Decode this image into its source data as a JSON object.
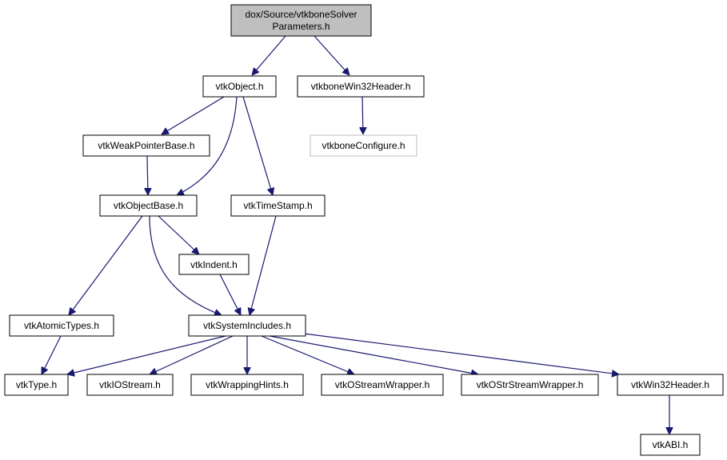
{
  "diagram": {
    "nodes": {
      "root": [
        "dox/Source/vtkboneSolver",
        "Parameters.h"
      ],
      "vtkObject": "vtkObject.h",
      "vtkboneWin32Header": "vtkboneWin32Header.h",
      "vtkWeakPointerBase": "vtkWeakPointerBase.h",
      "vtkboneConfigure": "vtkboneConfigure.h",
      "vtkObjectBase": "vtkObjectBase.h",
      "vtkTimeStamp": "vtkTimeStamp.h",
      "vtkIndent": "vtkIndent.h",
      "vtkAtomicTypes": "vtkAtomicTypes.h",
      "vtkSystemIncludes": "vtkSystemIncludes.h",
      "vtkType": "vtkType.h",
      "vtkIOStream": "vtkIOStream.h",
      "vtkWrappingHints": "vtkWrappingHints.h",
      "vtkOStreamWrapper": "vtkOStreamWrapper.h",
      "vtkOStrStreamWrapper": "vtkOStrStreamWrapper.h",
      "vtkWin32Header": "vtkWin32Header.h",
      "vtkABI": "vtkABI.h"
    },
    "edges": [
      [
        "root",
        "vtkObject"
      ],
      [
        "root",
        "vtkboneWin32Header"
      ],
      [
        "vtkObject",
        "vtkWeakPointerBase"
      ],
      [
        "vtkObject",
        "vtkObjectBase"
      ],
      [
        "vtkObject",
        "vtkTimeStamp"
      ],
      [
        "vtkboneWin32Header",
        "vtkboneConfigure"
      ],
      [
        "vtkWeakPointerBase",
        "vtkObjectBase"
      ],
      [
        "vtkObjectBase",
        "vtkIndent"
      ],
      [
        "vtkObjectBase",
        "vtkAtomicTypes"
      ],
      [
        "vtkObjectBase",
        "vtkSystemIncludes"
      ],
      [
        "vtkTimeStamp",
        "vtkSystemIncludes"
      ],
      [
        "vtkIndent",
        "vtkSystemIncludes"
      ],
      [
        "vtkAtomicTypes",
        "vtkType"
      ],
      [
        "vtkSystemIncludes",
        "vtkType"
      ],
      [
        "vtkSystemIncludes",
        "vtkIOStream"
      ],
      [
        "vtkSystemIncludes",
        "vtkWrappingHints"
      ],
      [
        "vtkSystemIncludes",
        "vtkOStreamWrapper"
      ],
      [
        "vtkSystemIncludes",
        "vtkOStrStreamWrapper"
      ],
      [
        "vtkSystemIncludes",
        "vtkWin32Header"
      ],
      [
        "vtkWin32Header",
        "vtkABI"
      ]
    ],
    "colors": {
      "edge": "#191970",
      "root_fill": "#bfbfbf",
      "missing_border": "#bfbfbf"
    }
  }
}
